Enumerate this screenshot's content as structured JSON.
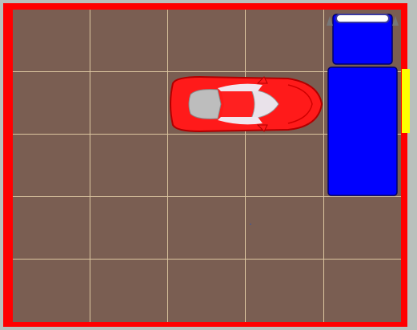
{
  "board": {
    "rows": 5,
    "cols": 5,
    "exit": {
      "row": 1,
      "side": "right"
    }
  },
  "colors": {
    "frame": "#ff0000",
    "board": "#7a5e52",
    "grid": "#dcc6a0",
    "exit": "#ffff00",
    "truck": "#0000ff",
    "car": "#ff0000"
  },
  "pieces": [
    {
      "id": "red-car",
      "type": "car",
      "row": 1,
      "col": 2,
      "length": 2,
      "orientation": "horizontal",
      "icon": "sports-car"
    },
    {
      "id": "blue-truck",
      "type": "truck",
      "row": 0,
      "col": 4,
      "length": 3,
      "orientation": "vertical",
      "icon": "truck"
    }
  ]
}
